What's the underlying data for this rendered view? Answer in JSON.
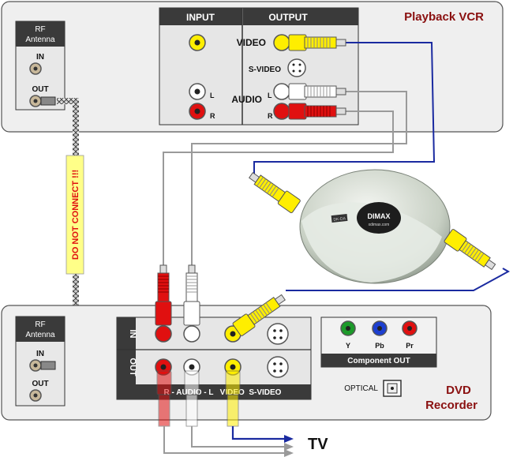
{
  "vcr": {
    "title": "Playback VCR",
    "rf_panel": {
      "title_line1": "RF",
      "title_line2": "Antenna",
      "in": "IN",
      "out": "OUT"
    },
    "input_header": "INPUT",
    "output_header": "OUTPUT",
    "video_label": "VIDEO",
    "svideo_label": "S-VIDEO",
    "audio_label": "AUDIO",
    "left_label": "L",
    "right_label": "R"
  },
  "warning": "DO NOT CONNECT !!!",
  "dimax": {
    "brand": "DIMAX",
    "url": "xdimax.com",
    "side_label": "DK-DA"
  },
  "dvd": {
    "title_line1": "DVD",
    "title_line2": "Recorder",
    "rf_panel": {
      "title_line1": "RF",
      "title_line2": "Antenna",
      "in": "IN",
      "out": "OUT"
    },
    "row_in": "IN",
    "row_out": "OUT",
    "bottom_label": "R - AUDIO - L   VIDEO  S-VIDEO",
    "component": {
      "y": "Y",
      "pb": "Pb",
      "pr": "Pr",
      "title": "Component OUT"
    },
    "optical": "OPTICAL"
  },
  "tv_label": "TV",
  "colors": {
    "video": "#ffee00",
    "audio_left": "#ffffff",
    "audio_right": "#e01010",
    "cable_blue": "#1a2aa0",
    "cable_gray": "#9a9a9a",
    "title_red": "#8a1010",
    "warning_bg": "#ffff88",
    "warning_text": "#e01010"
  }
}
